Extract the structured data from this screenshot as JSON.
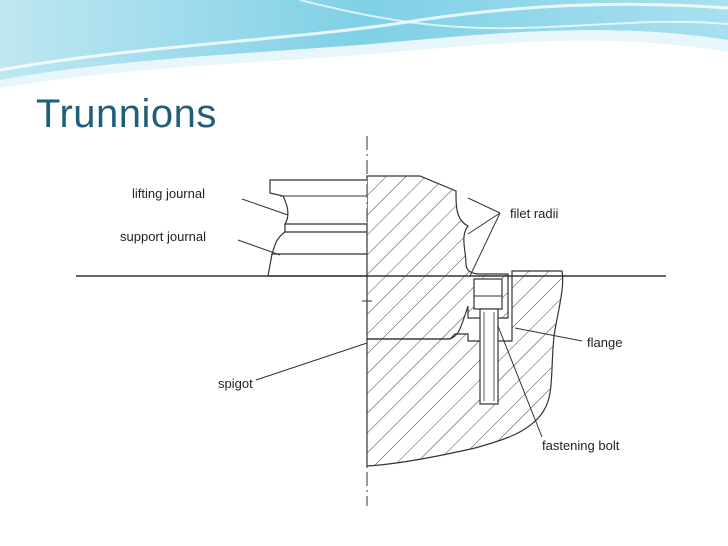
{
  "slide": {
    "title": "Trunnions"
  },
  "labels": {
    "lifting_journal": "lifting journal",
    "support_journal": "support journal",
    "spigot": "spigot",
    "filet_radii": "filet radii",
    "flange": "flange",
    "fastening_bolt": "fastening bolt"
  },
  "colors": {
    "title": "#1f5f7a",
    "banner_light": "#d9f1f8",
    "banner_dark": "#5fbfd9",
    "line": "#333333"
  }
}
